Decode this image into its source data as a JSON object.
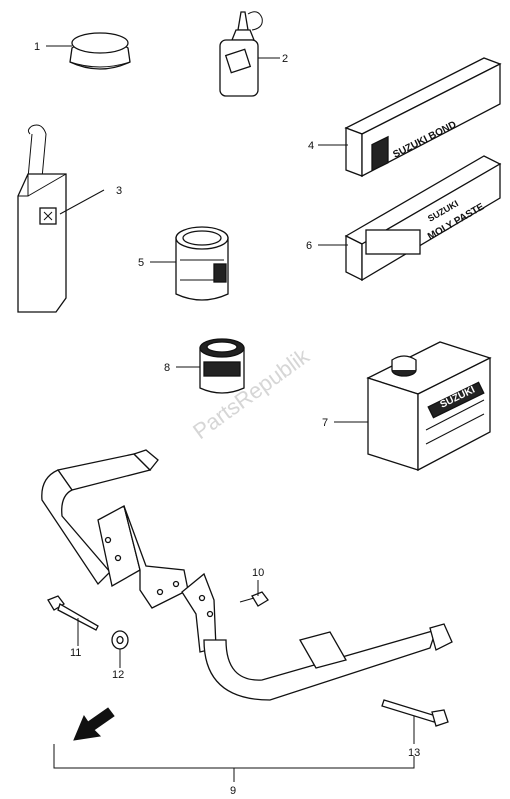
{
  "callouts": {
    "c1": "1",
    "c2": "2",
    "c3": "3",
    "c4": "4",
    "c5": "5",
    "c6": "6",
    "c7": "7",
    "c8": "8",
    "c9": "9",
    "c10": "10",
    "c11": "11",
    "c12": "12",
    "c13": "13"
  },
  "labels": {
    "bond_brand": "SUZUKI",
    "bond_name": "SUZUKI BOND",
    "paste_brand": "SUZUKI",
    "paste_name": "MOLY PASTE",
    "can_brand": "SUZUKI"
  },
  "watermark": "PartsRepublik"
}
